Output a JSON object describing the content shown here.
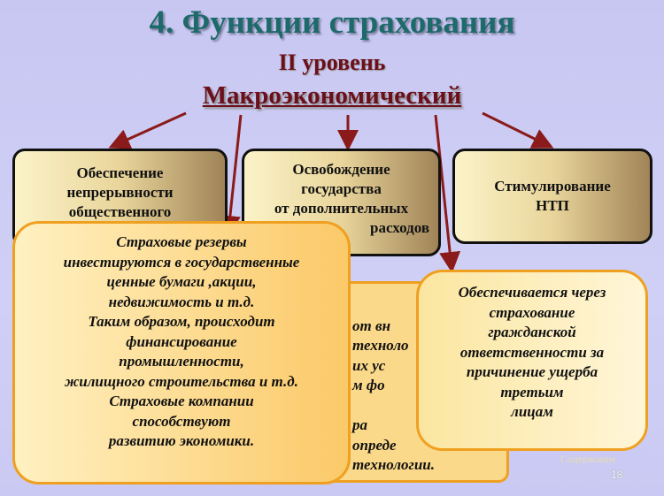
{
  "title": "4. Функции страхования",
  "level": "II уровень",
  "subtitle": "Макроэкономический",
  "boxes": [
    [
      "Обеспечение",
      "непрерывности",
      "общественного"
    ],
    [
      "Освобождение",
      "государства",
      "от дополнительных",
      "расходов"
    ],
    [
      "Стимулирование",
      "НТП"
    ]
  ],
  "hidden_box_lines": [
    "",
    "от вн",
    "техноло",
    "их ус",
    "м фо",
    "",
    "ра",
    "опреде",
    "технологии."
  ],
  "left_callout": [
    "Страховые резервы",
    "инвестируются в государственные",
    "ценные бумаги ,акции,",
    "недвижимость и т.д.",
    "Таким образом, происходит",
    "финансирование",
    "промышленности,",
    "жилищного строительства и т.д.",
    "Страховые компании",
    "способствуют",
    "развитию экономики."
  ],
  "right_callout": [
    "Обеспечивается через",
    "страхование",
    "гражданской",
    "ответственности за",
    "причинение ущерба",
    "третьим",
    "лицам"
  ],
  "link": "Содержание",
  "page_number": "18",
  "colors": {
    "title": "#1d6a6a",
    "subtitle": "#6b0f1a",
    "arrow": "#8b1a1a",
    "callout_border": "#f0a020"
  }
}
